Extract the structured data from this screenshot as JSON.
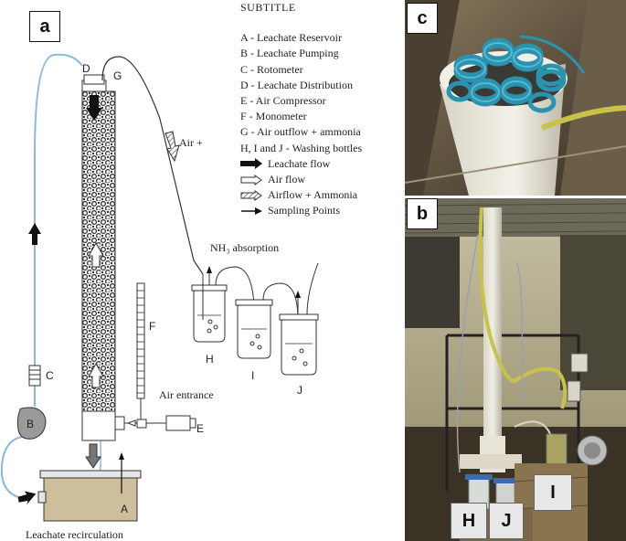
{
  "panels": {
    "a": "a",
    "b": "b",
    "c": "c"
  },
  "legend": {
    "title": "SUBTITLE",
    "items": [
      "A - Leachate Reservoir",
      "B - Leachate Pumping",
      "C - Rotometer",
      "D - Leachate Distribution",
      "E - Air Compressor",
      "F - Monometer",
      "G - Air outflow + ammonia",
      "H, I and J - Washing bottles"
    ],
    "arrows": [
      {
        "label": "Leachate flow",
        "icon": "black-arrow-icon"
      },
      {
        "label": "Air flow",
        "icon": "white-arrow-icon"
      },
      {
        "label": "Airflow + Ammonia",
        "icon": "hatched-arrow-icon"
      },
      {
        "label": "Sampling Points",
        "icon": "thin-arrow-icon"
      }
    ]
  },
  "diagram": {
    "letters": {
      "A": "A",
      "B": "B",
      "C": "C",
      "D": "D",
      "E": "E",
      "F": "F",
      "G": "G",
      "H": "H",
      "I": "I",
      "J": "J"
    },
    "air_plus": "Air +",
    "nh3_absorption": "NH₃ absorption",
    "air_entrance": "Air entrance",
    "leachate_recirculation": "Leachate recirculation"
  },
  "photo_labels": {
    "H": "H",
    "J": "J",
    "I": "I"
  },
  "colors": {
    "tube": "#8ab8e0",
    "column_gravel": "#4a4a4a",
    "reservoir_fill": "#cdbf9c",
    "coil_blue": "#2a93b0",
    "hose_yellow": "#c9c24a"
  }
}
